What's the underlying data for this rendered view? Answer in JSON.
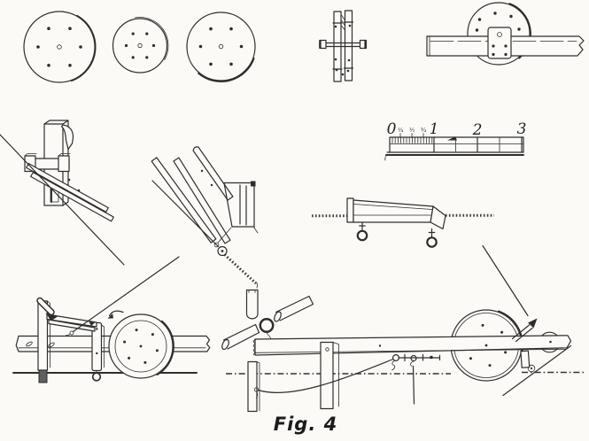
{
  "figure": {
    "caption": "Fig. 4",
    "kind": "technical-line-drawing-plate",
    "background_color": "#fbfaf7",
    "ink_color": "#2e2e2e"
  },
  "ruler": {
    "unit_labels": [
      "0",
      "1",
      "2",
      "3"
    ],
    "fraction_labels": [
      "¼",
      "½",
      "¾"
    ]
  },
  "parts": {
    "top_row": [
      "disc-wheel-large-front-view",
      "disc-wheel-small-front-view",
      "disc-wheel-medium-front-view",
      "wheel-side-edge-view",
      "wheel-mounted-on-beam"
    ],
    "middle_row": [
      "post-and-clamp-detail",
      "rail-bracket-with-pulley-detail",
      "graduated-scale-ruler",
      "wedge-float-with-eye-rings-on-rope"
    ],
    "bottom_row": [
      "wheeled-carriage-side-view",
      "tube-and-ring-coupling-detail",
      "long-beam-carriage-with-wheel"
    ]
  }
}
